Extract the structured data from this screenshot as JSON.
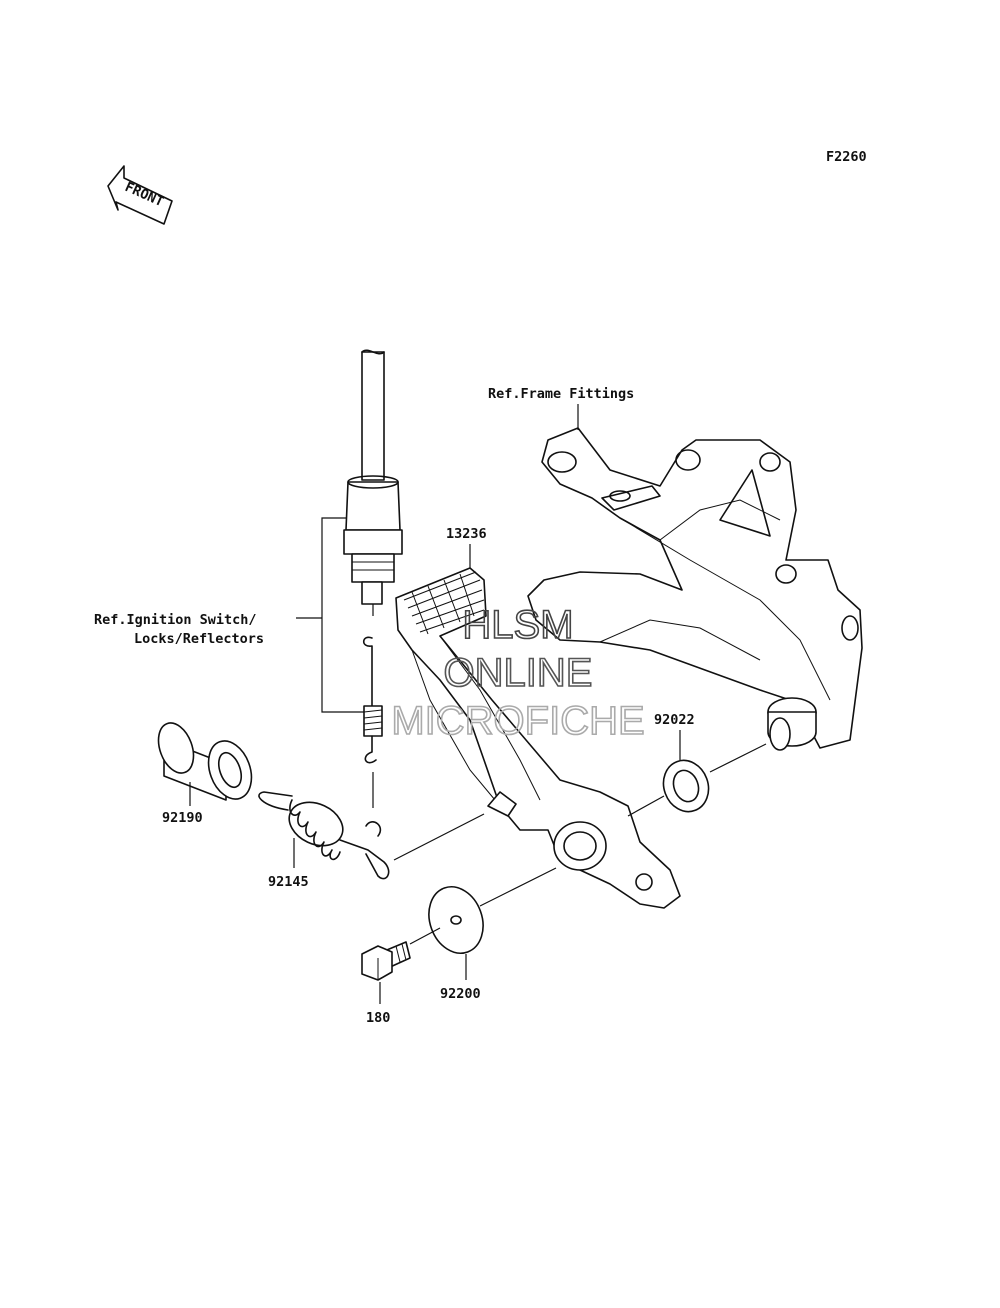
{
  "figure_code": "F2260",
  "front_arrow_text": "FRONT",
  "references": {
    "frame_fittings": "Ref.Frame Fittings",
    "ignition_line1": "Ref.Ignition Switch/",
    "ignition_line2": "Locks/Reflectors"
  },
  "parts": [
    {
      "number": "13236",
      "description": "brake pedal"
    },
    {
      "number": "92022",
      "description": "washer"
    },
    {
      "number": "92190",
      "description": "collar"
    },
    {
      "number": "92145",
      "description": "return spring"
    },
    {
      "number": "92200",
      "description": "washer"
    },
    {
      "number": "180",
      "description": "bolt"
    }
  ],
  "watermark": {
    "line1": "HLSM",
    "line2": "ONLINE",
    "line3": "MICROFICHE"
  }
}
